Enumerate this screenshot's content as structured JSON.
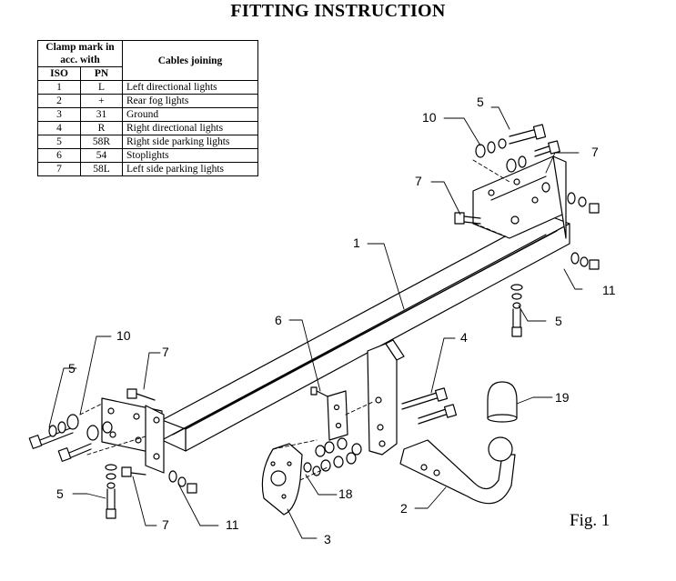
{
  "title": "FITTING INSTRUCTION",
  "table": {
    "header_clamp": "Clamp mark in acc. with",
    "header_iso": "ISO",
    "header_pn": "PN",
    "header_cables": "Cables joining",
    "rows": [
      {
        "iso": "1",
        "pn": "L",
        "cable": "Left directional lights"
      },
      {
        "iso": "2",
        "pn": "+",
        "cable": "Rear fog lights"
      },
      {
        "iso": "3",
        "pn": "31",
        "cable": "Ground"
      },
      {
        "iso": "4",
        "pn": "R",
        "cable": "Right directional lights"
      },
      {
        "iso": "5",
        "pn": "58R",
        "cable": "Right side parking lights"
      },
      {
        "iso": "6",
        "pn": "54",
        "cable": "Stoplights"
      },
      {
        "iso": "7",
        "pn": "58L",
        "cable": "Left side parking lights"
      }
    ]
  },
  "labels": {
    "l5a": "5",
    "l10a": "10",
    "l7a": "7",
    "l7b": "7",
    "l1": "1",
    "l11a": "11",
    "l5b": "5",
    "l6": "6",
    "l4": "4",
    "l10b": "10",
    "l7c": "7",
    "l5c": "5",
    "l19": "19",
    "l5d": "5",
    "l7d": "7",
    "l11b": "11",
    "l18": "18",
    "l2": "2",
    "l3": "3"
  },
  "figure_label": "Fig. 1"
}
